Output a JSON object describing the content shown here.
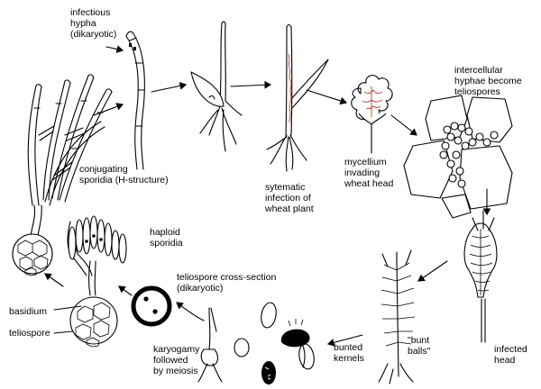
{
  "labels": {
    "infectious_hypha": "infectious\nhypha\n(dikaryotic)",
    "conjugating_sporidia": "conjugating\nsporidia (H-structure)",
    "systemic_infection": "sytematic\ninfection of\nwheat plant",
    "mycelium_head": "mycellium\ninvading\nwheat head",
    "intercellular_hyphae": "intercellular\nhyphae become\nteliospores",
    "haploid_sporidia": "haploid\nsporidia",
    "cross_section": "teliospore cross-section\n(dikaryotic)",
    "basidium": "basidium",
    "teliospore": "teliospore",
    "karyogamy": "karyogamy\nfollowed\nby meiosis",
    "bunted_kernels": "bunted\nkernels",
    "bunt_balls": "\"bunt\nballs\"",
    "infected_head": "infected\nhead"
  },
  "colors": {
    "line": "#000000",
    "mycelium": "#c0392b",
    "background": "#ffffff"
  }
}
